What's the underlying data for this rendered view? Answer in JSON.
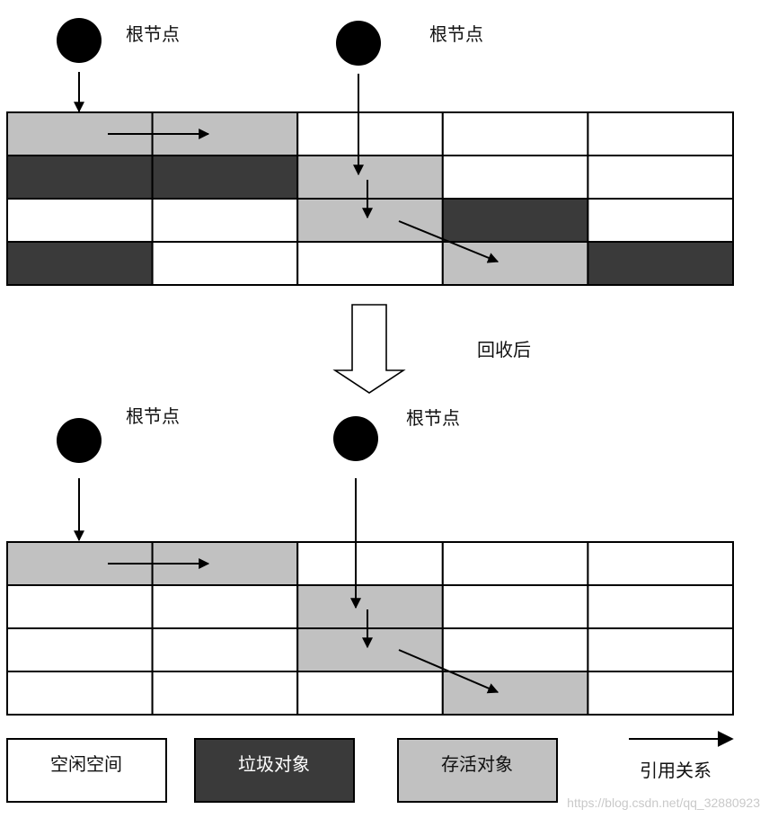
{
  "labels": {
    "root_node": "根节点",
    "after_collection": "回收后"
  },
  "legend": {
    "free_space": "空闲空间",
    "garbage_object": "垃圾对象",
    "live_object": "存活对象",
    "reference": "引用关系"
  },
  "watermark": "https://blog.csdn.net/qq_32880923",
  "colors": {
    "free": "#ffffff",
    "garbage": "#3a3a3a",
    "live": "#c1c1c1",
    "stroke": "#000000"
  },
  "grids": {
    "before": [
      [
        "live",
        "live",
        "free",
        "free",
        "free"
      ],
      [
        "garbage",
        "garbage",
        "live",
        "free",
        "free"
      ],
      [
        "free",
        "free",
        "live",
        "garbage",
        "free"
      ],
      [
        "garbage",
        "free",
        "free",
        "live",
        "garbage"
      ]
    ],
    "after": [
      [
        "live",
        "live",
        "free",
        "free",
        "free"
      ],
      [
        "free",
        "free",
        "live",
        "free",
        "free"
      ],
      [
        "free",
        "free",
        "live",
        "free",
        "free"
      ],
      [
        "free",
        "free",
        "free",
        "live",
        "free"
      ]
    ]
  }
}
